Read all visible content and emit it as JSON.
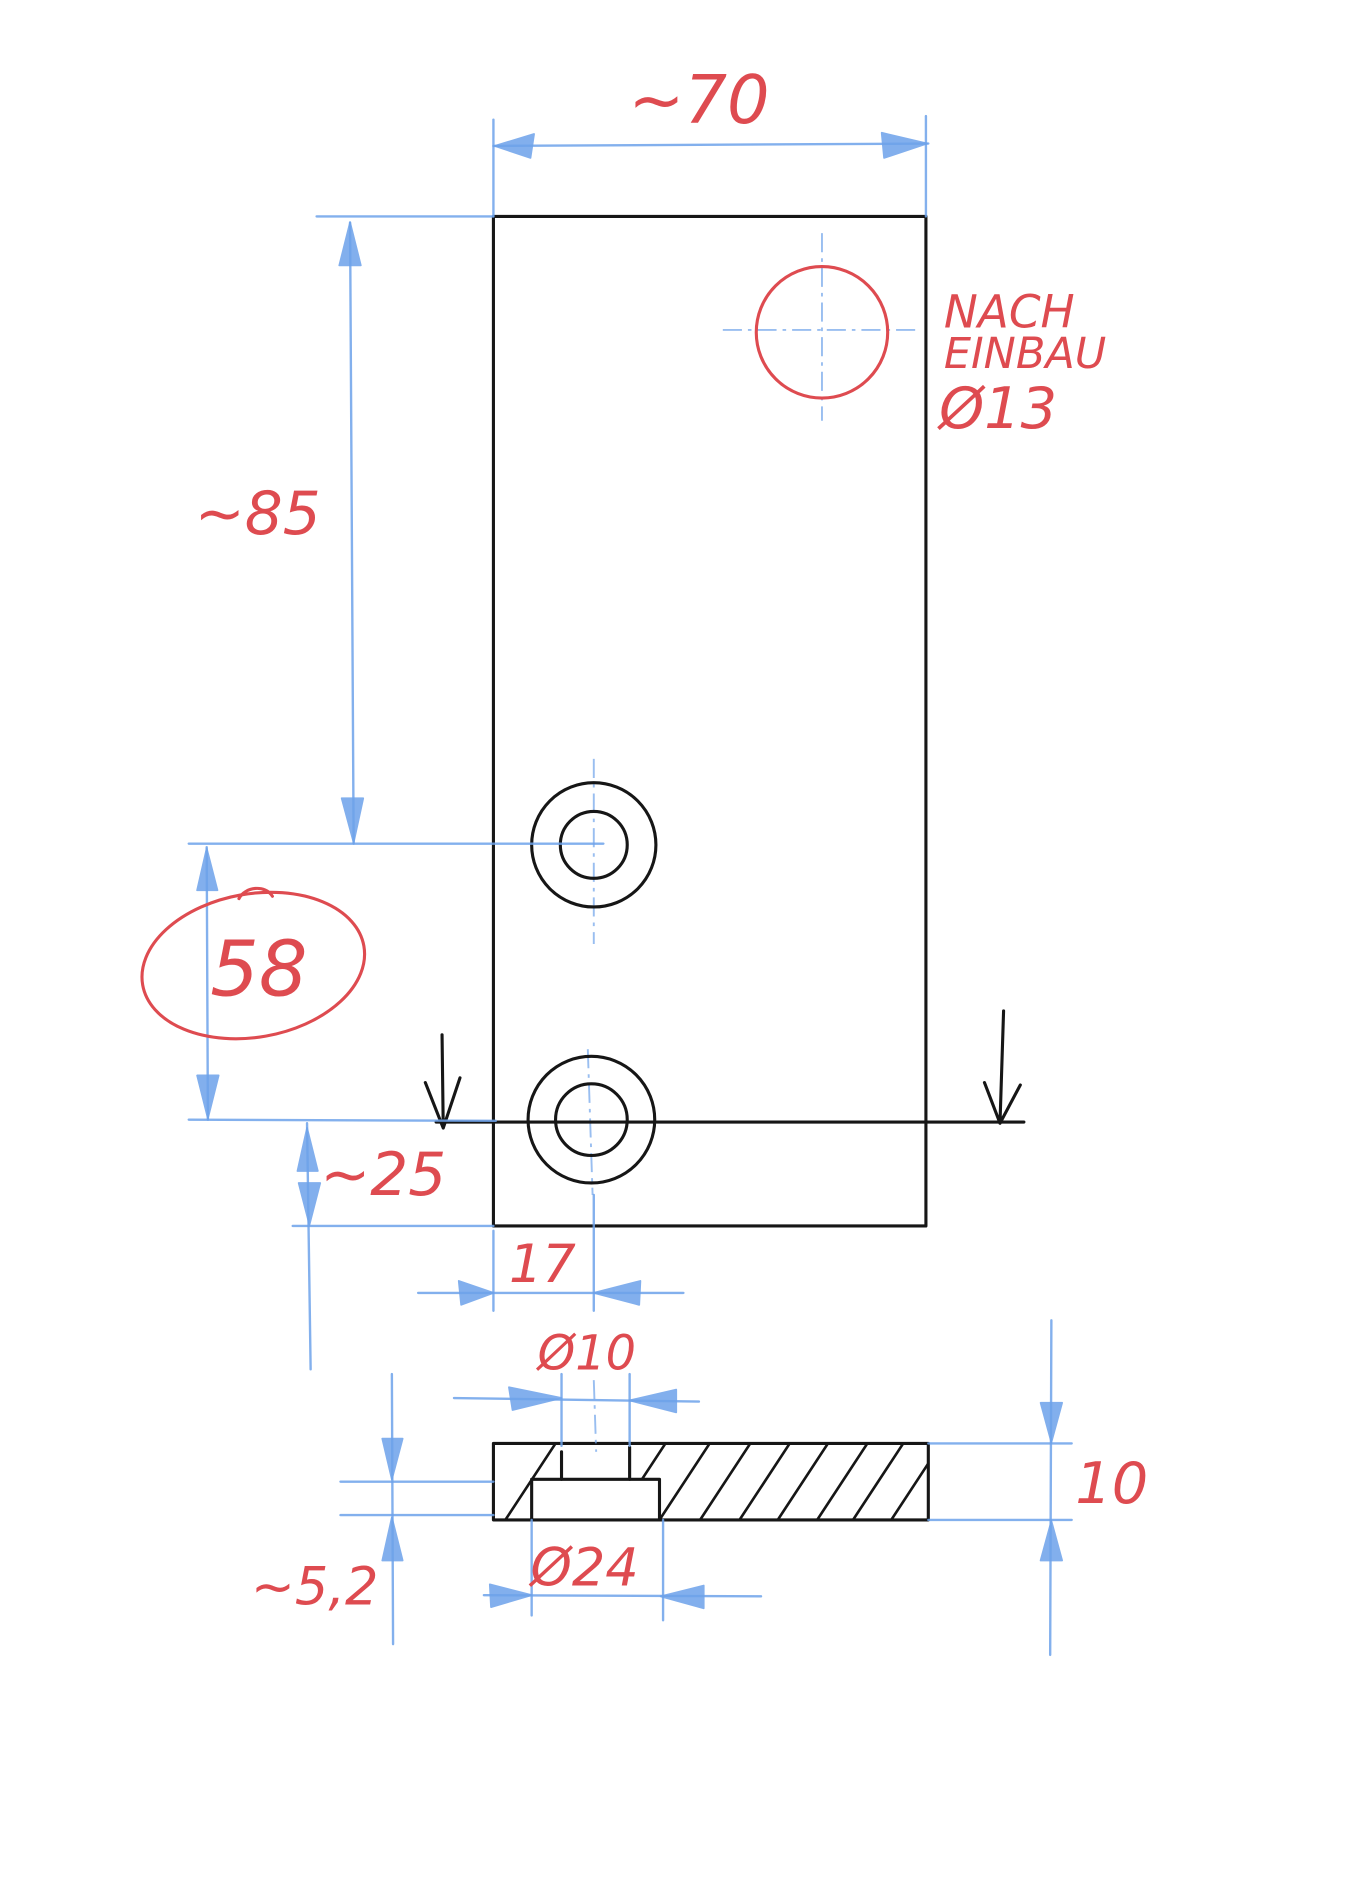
{
  "colors": {
    "part_lines": "#161616",
    "dimension_lines": "#6da2ea",
    "annotations": "#de4b50",
    "background": "#ffffff"
  },
  "plan_view": {
    "width_label": "~70",
    "height_label": "~85",
    "hole_spacing_label": "58",
    "edge_offset_label": "~25",
    "hole_offset_label": "17",
    "note": [
      "NACH",
      "EINBAU",
      "Ø13"
    ]
  },
  "section_view": {
    "through_hole_label": "Ø10",
    "counterbore_label": "Ø24",
    "thickness_label": "10",
    "counterbore_depth_label": "~5,2"
  }
}
